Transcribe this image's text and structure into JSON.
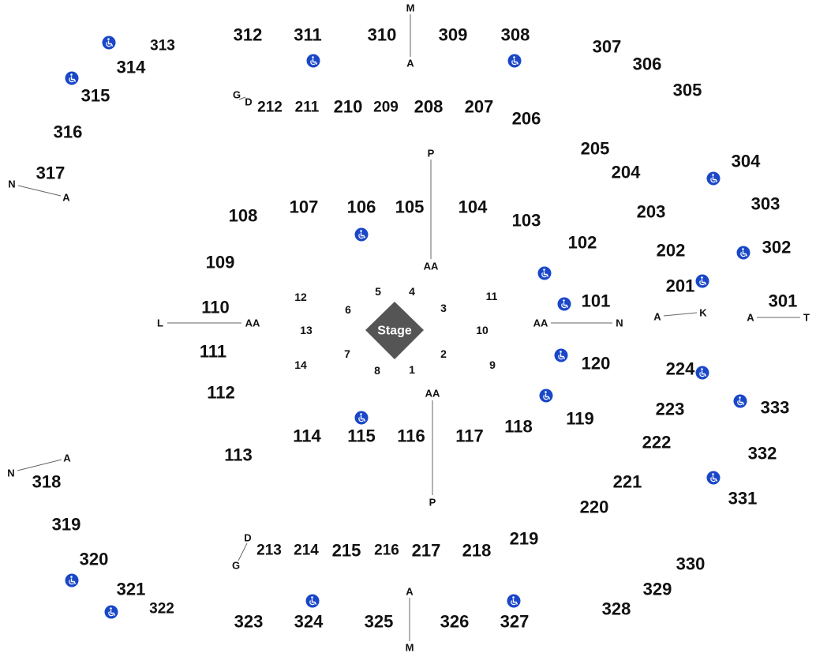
{
  "stage": {
    "label": "Stage",
    "color": "#555555"
  },
  "sections_300": [
    "312",
    "311",
    "310",
    "309",
    "308",
    "307",
    "306",
    "305",
    "304",
    "303",
    "302",
    "301",
    "333",
    "332",
    "331",
    "330",
    "329",
    "328",
    "327",
    "326",
    "325",
    "324",
    "323",
    "322",
    "321",
    "320",
    "319",
    "318",
    "317",
    "316",
    "315",
    "314",
    "313"
  ],
  "sections_200": [
    "212",
    "211",
    "210",
    "209",
    "208",
    "207",
    "206",
    "205",
    "204",
    "203",
    "202",
    "201",
    "224",
    "223",
    "222",
    "221",
    "220",
    "219",
    "218",
    "217",
    "216",
    "215",
    "214",
    "213"
  ],
  "sections_100": [
    "108",
    "107",
    "106",
    "105",
    "104",
    "103",
    "102",
    "101",
    "120",
    "119",
    "118",
    "117",
    "116",
    "115",
    "114",
    "113",
    "112",
    "111",
    "110",
    "109"
  ],
  "floor_sections": [
    "1",
    "2",
    "3",
    "4",
    "5",
    "6",
    "7",
    "8",
    "9",
    "10",
    "11",
    "12",
    "13",
    "14"
  ],
  "row_markers": [
    {
      "from": "M",
      "to": "A"
    },
    {
      "from": "A",
      "to": "M"
    },
    {
      "from": "P",
      "to": "AA"
    },
    {
      "from": "AA",
      "to": "P"
    },
    {
      "from": "L",
      "to": "AA"
    },
    {
      "from": "AA",
      "to": "N"
    },
    {
      "from": "A",
      "to": "K"
    },
    {
      "from": "A",
      "to": "T"
    },
    {
      "from": "N",
      "to": "A"
    },
    {
      "from": "N",
      "to": "A"
    },
    {
      "from": "G",
      "to": "D"
    },
    {
      "from": "D",
      "to": "G"
    }
  ],
  "accessible_icon": {
    "name": "wheelchair-icon",
    "color": "#1a47c8",
    "count": 20
  }
}
